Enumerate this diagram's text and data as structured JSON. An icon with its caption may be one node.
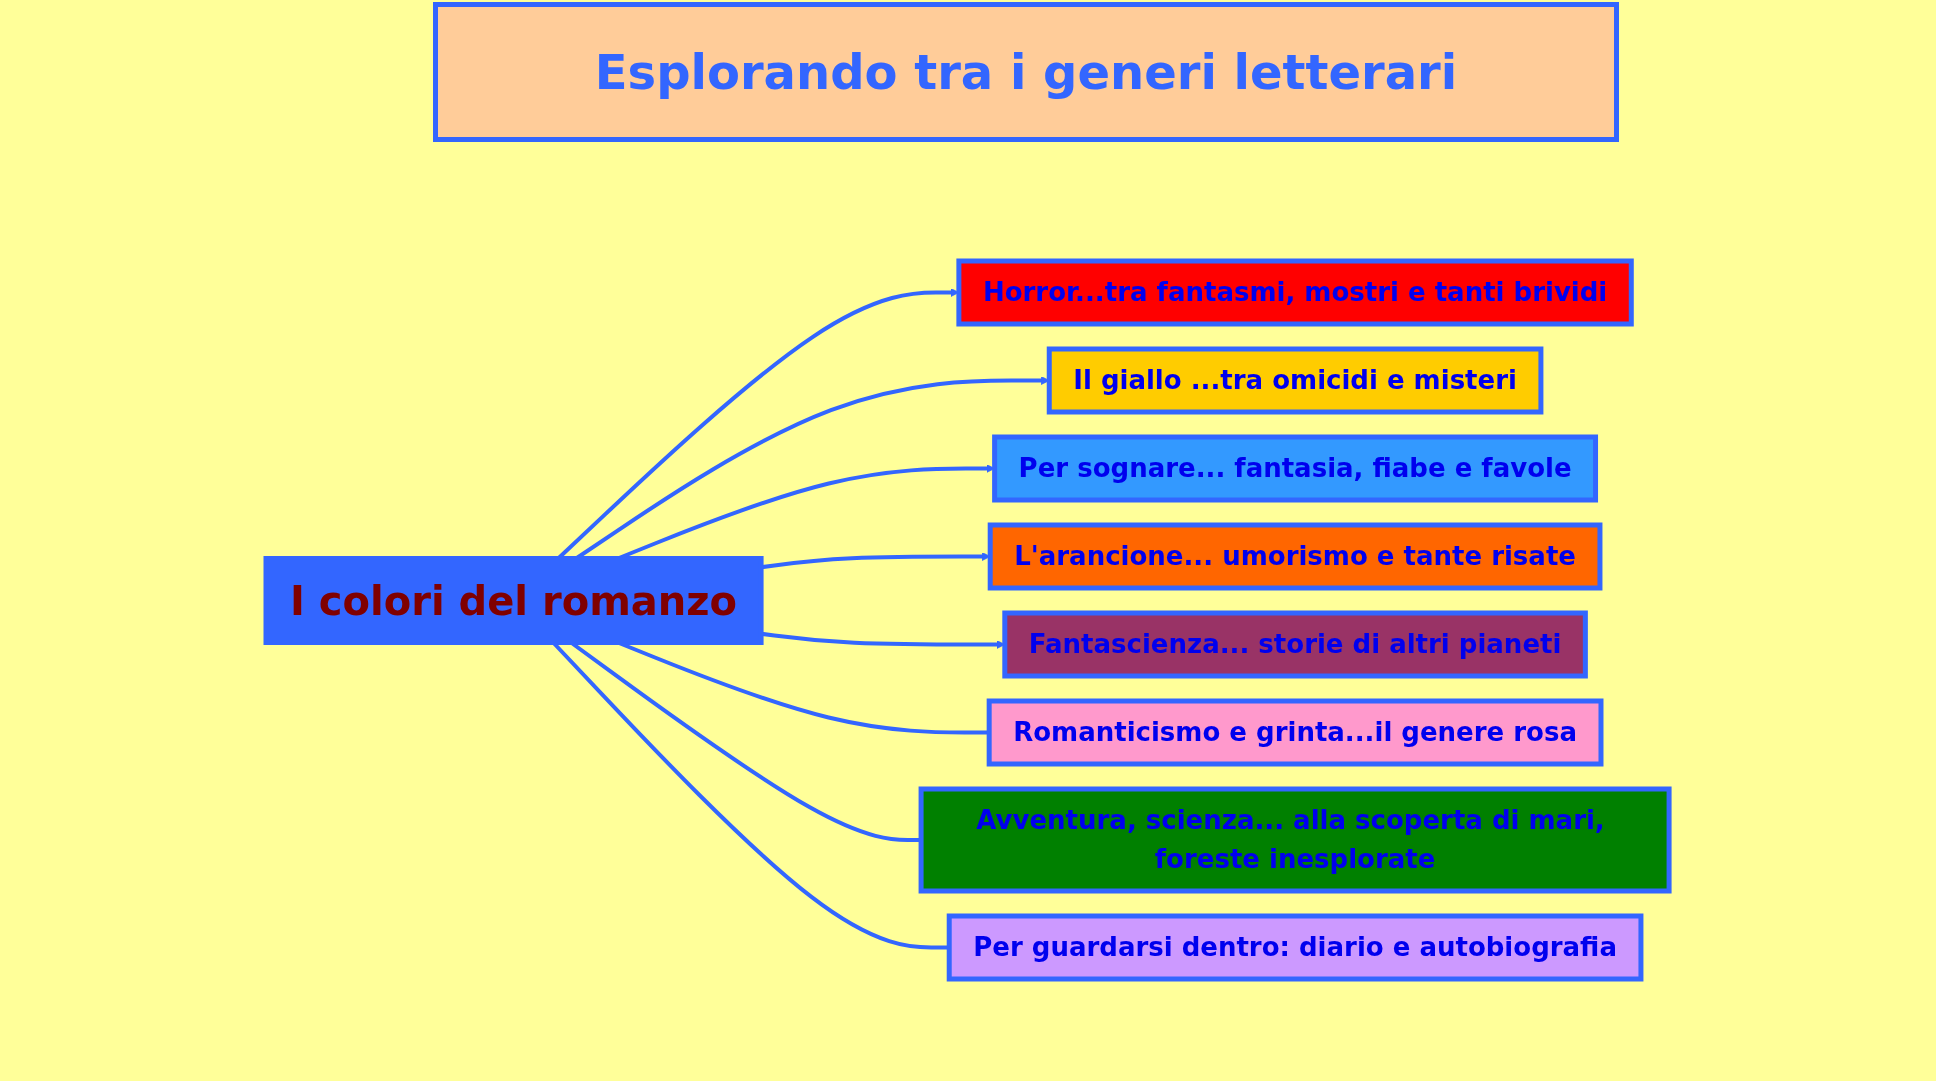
{
  "diagram": {
    "title": "Esplorando tra i generi letterari",
    "nodes": [
      {
        "text": [
          "I colori del romanzo"
        ]
      },
      {
        "text": [
          "Horror...tra fantasmi, mostri e tanti brividi"
        ]
      },
      {
        "text": [
          "Il giallo ...tra omicidi e misteri"
        ]
      },
      {
        "text": [
          "Per sognare... fantasia, fiabe e favole"
        ]
      },
      {
        "text": [
          "L'arancione... umorismo e tante risate"
        ]
      },
      {
        "text": [
          "Fantascienza... storie di altri pianeti"
        ]
      },
      {
        "text": [
          "Romanticismo e grinta...il genere rosa"
        ]
      },
      {
        "text": [
          "Avventura, scienza... alla scoperta di mari, foreste inesplorate"
        ]
      },
      {
        "text": [
          "Per guardarsi dentro: diario e autobiografia"
        ]
      }
    ],
    "edges": [
      {
        "from": 0,
        "to": 1,
        "arrow": "to"
      },
      {
        "from": 0,
        "to": 2,
        "arrow": "to"
      },
      {
        "from": 0,
        "to": 3,
        "arrow": "to"
      },
      {
        "from": 0,
        "to": 4,
        "arrow": "to"
      },
      {
        "from": 0,
        "to": 5,
        "arrow": "to"
      },
      {
        "from": 0,
        "to": 6,
        "arrow": "none"
      },
      {
        "from": 0,
        "to": 7,
        "arrow": "none"
      },
      {
        "from": 0,
        "to": 8,
        "arrow": "none"
      }
    ]
  }
}
